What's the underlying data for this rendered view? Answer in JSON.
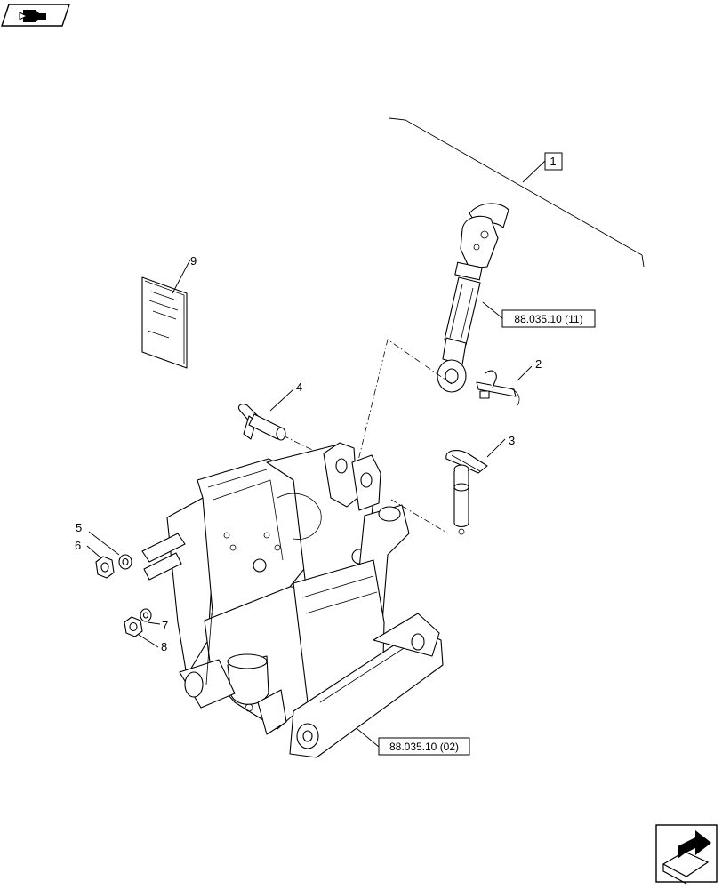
{
  "callouts": {
    "c1": "1",
    "c2": "2",
    "c3": "3",
    "c4": "4",
    "c5": "5",
    "c6": "6",
    "c7": "7",
    "c8": "8",
    "c9": "9"
  },
  "references": {
    "top_link": "88.035.10 (11)",
    "hitch_frame": "88.035.10 (02)"
  },
  "icons": {
    "top_left": "previous-page-icon",
    "bottom_right": "next-page-icon"
  }
}
